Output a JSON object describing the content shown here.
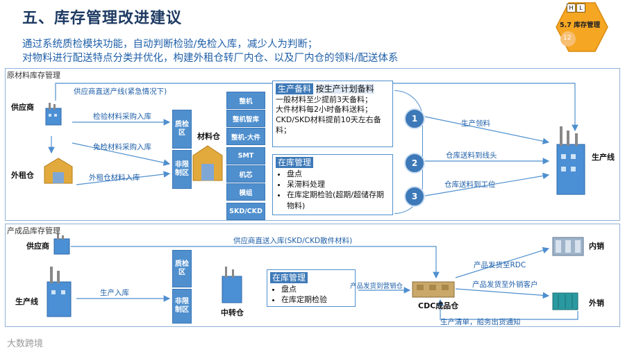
{
  "header": {
    "title": "五、库存管理改进建议",
    "line1": "通过系统质检模块功能，自动判断检验/免检入库，减少人为判断；",
    "line2": "对物料进行配送特点分类并优化，构建外租仓转厂内仓、以及厂内仓的领料/配送体系"
  },
  "badge": {
    "h": "H",
    "l": "L",
    "label": "5.7 库存管理",
    "page": "12"
  },
  "raw": {
    "panel_label": "原材料库存管理",
    "supplier": "供应商",
    "external_wh": "外租仓",
    "material_wh": "材料仓",
    "direct_line": "供应商直送产线(紧急情况下)",
    "inspect_in": "检验材料采购入库",
    "exempt_in": "免检材料采购入库",
    "ext_in": "外租仓材料入库",
    "qc_zone": "质检\n区",
    "nonlimit_zone": "非限\n制区",
    "wh_items": [
      "整机",
      "整机智库",
      "整机-大件",
      "SMT",
      "机芯",
      "模组",
      "SKD/CKD"
    ],
    "prep": {
      "head1": "生产备料",
      "head2": "按生产计划备料",
      "lines": [
        "一般材料至少提前3天备料；",
        "大件材料每2小时备料送料；",
        "CKD/SKD材料提前10天左右备料；"
      ]
    },
    "stock": {
      "head": "在库管理",
      "items": [
        "盘点",
        "呆滞料处理",
        "在库定期检验(超期/超储存期物料)"
      ]
    },
    "circles": [
      "1",
      "2",
      "3"
    ],
    "flows": [
      "生产领料",
      "仓库送料到线头",
      "仓库送料到工位"
    ],
    "line": "生产线"
  },
  "finished": {
    "panel_label": "产成品库存管理",
    "supplier": "供应商",
    "line": "生产线",
    "transfer_wh": "中转仓",
    "cdc": "CDC成品仓",
    "direct_in": "供应商直送入库(SKD/CKD散件材料)",
    "prod_in": "生产入库",
    "qc_zone": "质检\n区",
    "nonlimit_zone": "非限\n制区",
    "stock": {
      "head": "在库管理",
      "items": [
        "盘点",
        "在库定期检验"
      ]
    },
    "ship_sales": "产品发货到营销仓",
    "ship_rdc": "产品发货至RDC",
    "ship_export": "产品发货至外销客户",
    "clear": "生产清单，船务出货通知",
    "domestic": "内销",
    "export": "外销"
  },
  "watermark": "大数跨境",
  "colors": {
    "accent": "#3d79b8",
    "title": "#1f3b63",
    "text_blue": "#1f5fa8",
    "panel_border": "#8fb2d8",
    "factory": "#4b8fd4",
    "warehouse": "#e2a93c"
  }
}
